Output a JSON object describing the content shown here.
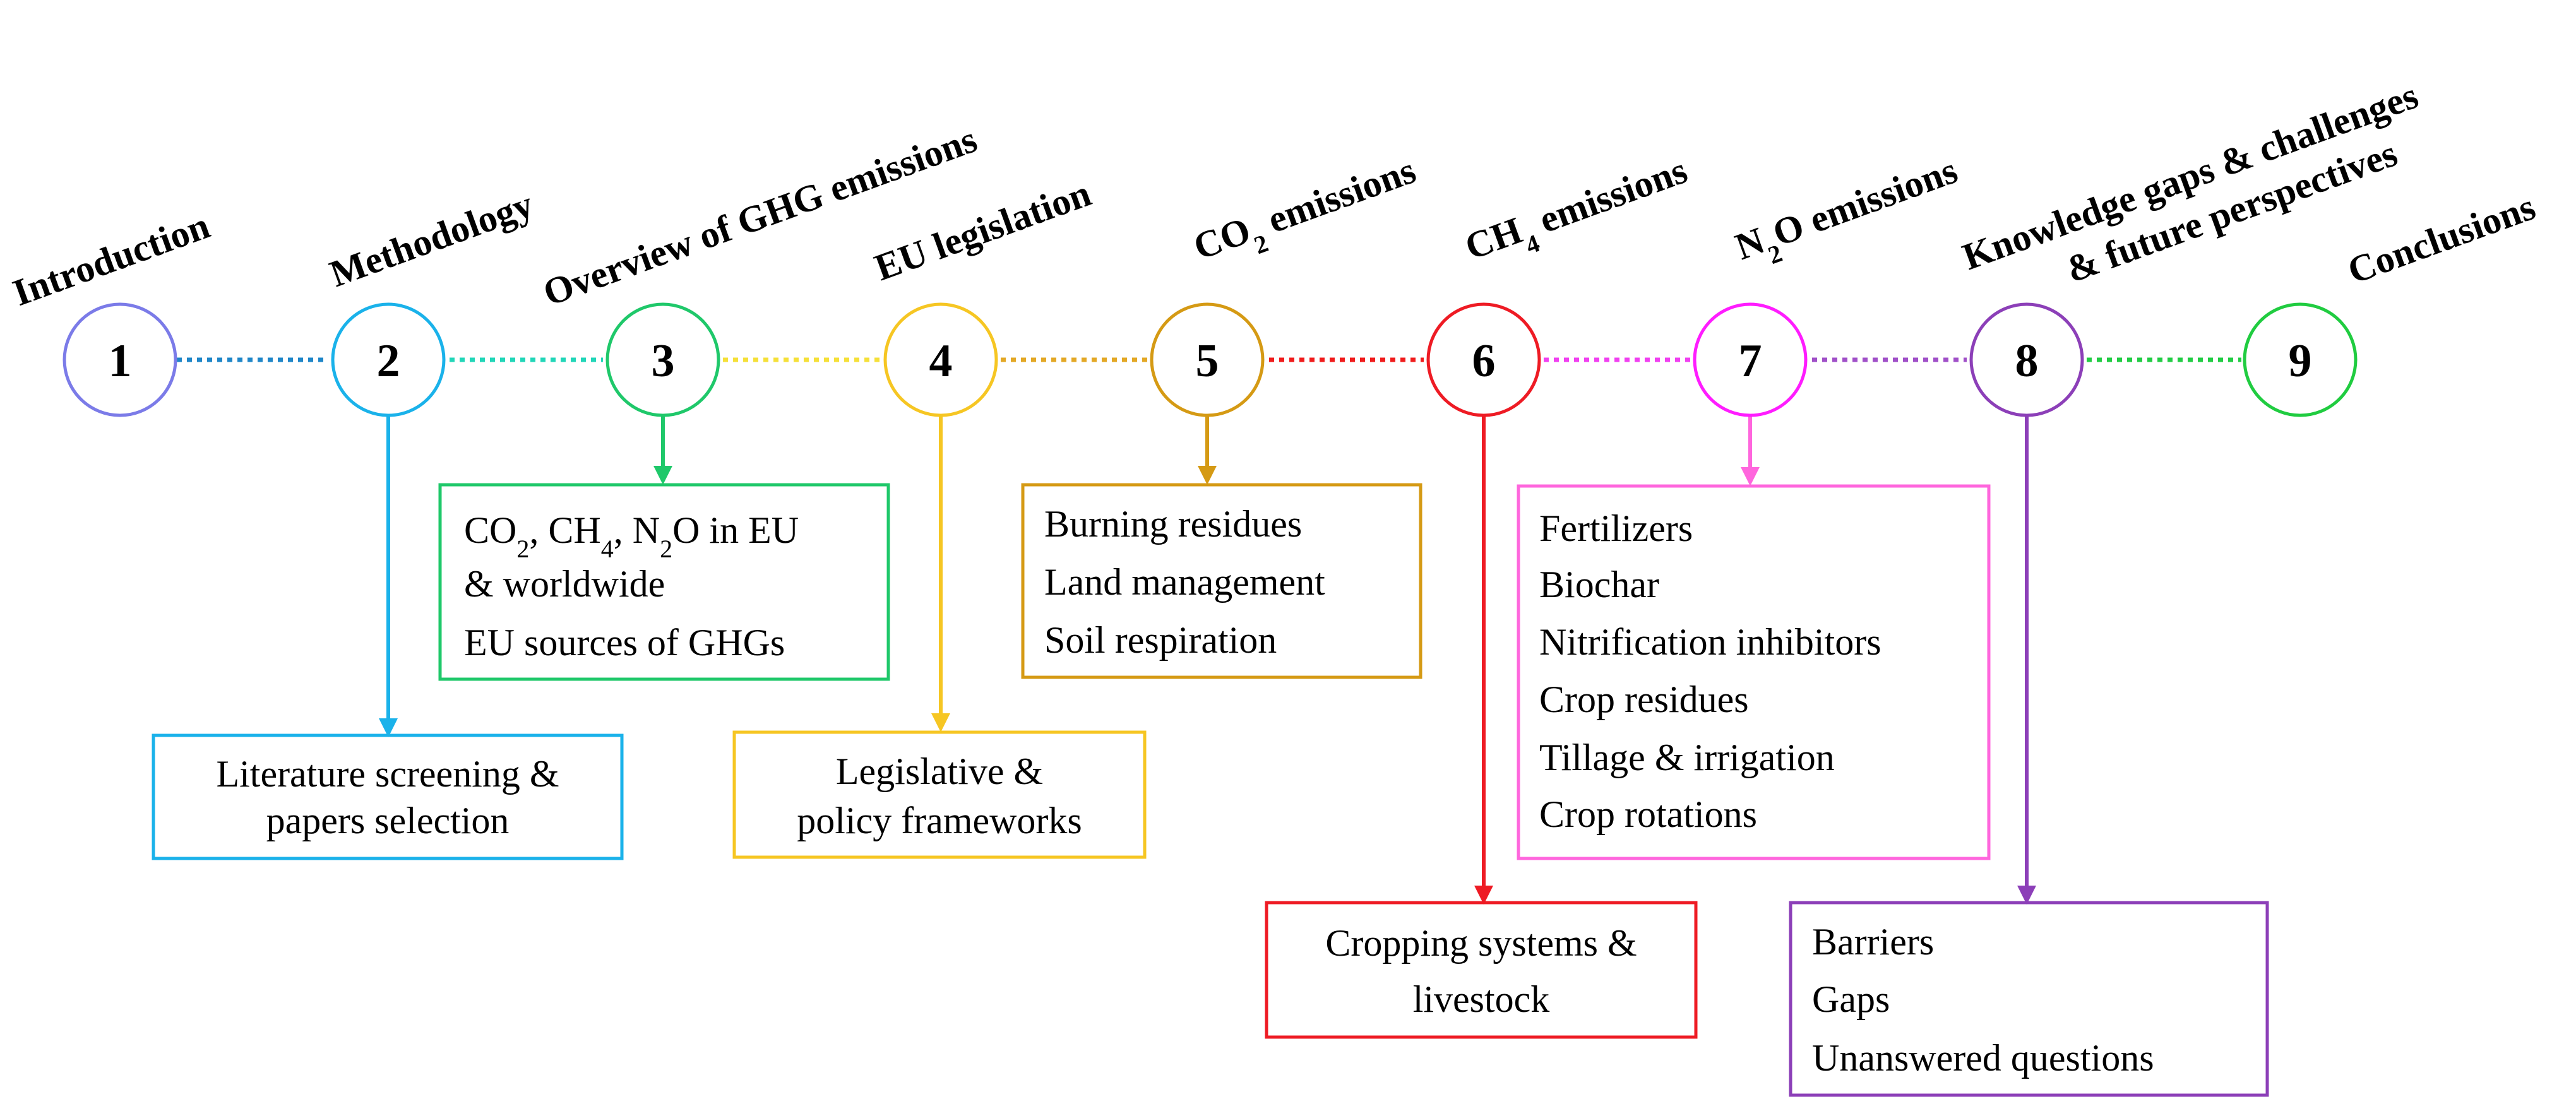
{
  "steps": [
    {
      "number": "1",
      "title": "Introduction",
      "color": "#7b7be8"
    },
    {
      "number": "2",
      "title": "Methodology",
      "color": "#1ab2ea"
    },
    {
      "number": "3",
      "title": "Overview of GHG emissions",
      "color": "#1fc86a"
    },
    {
      "number": "4",
      "title": "EU legislation",
      "color": "#f6c623"
    },
    {
      "number": "5",
      "title": "CO2 emissions",
      "color": "#d59a14"
    },
    {
      "number": "6",
      "title": "CH4 emissions",
      "color": "#ee1b24"
    },
    {
      "number": "7",
      "title": "N2O emissions",
      "color": "#ff1cff"
    },
    {
      "number": "8",
      "title_line1": "Knowledge gaps & challenges",
      "title_line2": "& future perspectives",
      "color": "#8c3fb8"
    },
    {
      "number": "9",
      "title": "Conclusions",
      "color": "#20cc40"
    }
  ],
  "connector_colors": [
    "#1f86c8",
    "#22d6b8",
    "#f5e03a",
    "#e3a826",
    "#f01c1c",
    "#f040f0",
    "#a050c8",
    "#22cc44"
  ],
  "boxes": {
    "methodology": {
      "lines": [
        "Literature screening &",
        "papers selection"
      ],
      "color": "#1ab2ea"
    },
    "overview": {
      "lines": [
        "CO2, CH4, N2O in EU",
        "& worldwide",
        "EU sources of GHGs"
      ],
      "color": "#1fc86a"
    },
    "legislation": {
      "lines": [
        "Legislative &",
        "policy frameworks"
      ],
      "color": "#f6c623"
    },
    "co2": {
      "lines": [
        "Burning residues",
        "Land management",
        "Soil respiration"
      ],
      "color": "#d59a14"
    },
    "ch4": {
      "lines": [
        "Cropping systems &",
        "livestock"
      ],
      "color": "#ee1b24"
    },
    "n2o": {
      "lines": [
        "Fertilizers",
        "Biochar",
        "Nitrification inhibitors",
        "Crop residues",
        "Tillage & irrigation",
        "Crop rotations"
      ],
      "color": "#ff66dd"
    },
    "gaps": {
      "lines": [
        "Barriers",
        "Gaps",
        "Unanswered questions"
      ],
      "color": "#8c3fb8"
    }
  }
}
